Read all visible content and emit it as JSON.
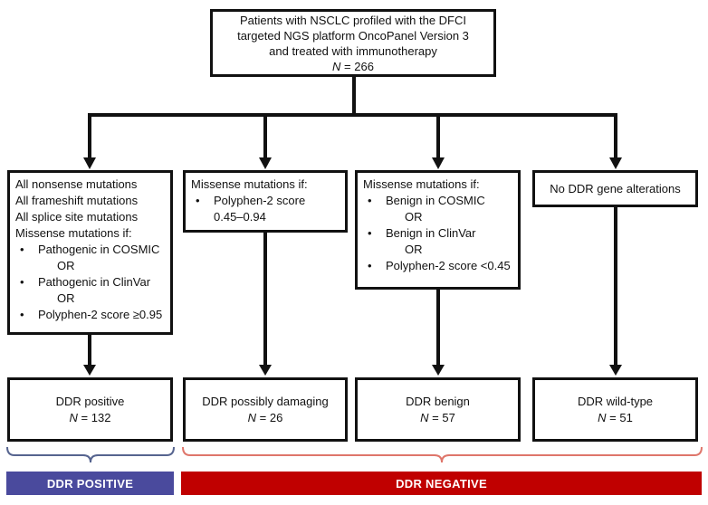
{
  "glyphs": {
    "bullet": "•"
  },
  "colors": {
    "line": "#111111",
    "positive_bar": "#4a4a9d",
    "negative_bar": "#c00000",
    "positive_brace": "#56648f",
    "negative_brace": "#df766b"
  },
  "title_box": {
    "lines": [
      "Patients with NSCLC profiled with the DFCI",
      "targeted NGS platform OncoPanel Version 3",
      "and treated with immunotherapy"
    ],
    "n_italic": "N",
    "n_rest": " = 266"
  },
  "criteria_boxes": [
    {
      "name": "ddr-positive-criteria",
      "lines": [
        {
          "type": "plain",
          "text": "All nonsense mutations"
        },
        {
          "type": "plain",
          "text": "All frameshift mutations"
        },
        {
          "type": "plain",
          "text": "All splice site mutations"
        },
        {
          "type": "plain",
          "text": "Missense mutations if:"
        },
        {
          "type": "bullet",
          "text": "Pathogenic in COSMIC"
        },
        {
          "type": "or",
          "text": "OR"
        },
        {
          "type": "bullet",
          "text": "Pathogenic in ClinVar"
        },
        {
          "type": "or",
          "text": "OR"
        },
        {
          "type": "bullet",
          "text": "Polyphen-2 score ≥0.95"
        }
      ]
    },
    {
      "name": "ddr-possibly-damaging-criteria",
      "lines": [
        {
          "type": "plain",
          "text": "Missense mutations if:"
        },
        {
          "type": "bullet",
          "text": "Polyphen-2 score"
        },
        {
          "type": "cont",
          "text": "0.45–0.94"
        }
      ]
    },
    {
      "name": "ddr-benign-criteria",
      "lines": [
        {
          "type": "plain",
          "text": "Missense mutations if:"
        },
        {
          "type": "bullet",
          "text": "Benign in COSMIC"
        },
        {
          "type": "or",
          "text": "OR"
        },
        {
          "type": "bullet",
          "text": "Benign in ClinVar"
        },
        {
          "type": "or",
          "text": "OR"
        },
        {
          "type": "bullet",
          "text": "Polyphen-2 score <0.45"
        }
      ]
    },
    {
      "name": "ddr-wild-type-criteria",
      "lines": [
        {
          "type": "plain",
          "text": "No DDR gene alterations"
        }
      ]
    }
  ],
  "outcome_boxes": [
    {
      "label": "DDR positive",
      "n_italic": "N",
      "n_rest": " = 132"
    },
    {
      "label": "DDR possibly damaging",
      "n_italic": "N",
      "n_rest": " = 26"
    },
    {
      "label": "DDR benign",
      "n_italic": "N",
      "n_rest": " = 57"
    },
    {
      "label": "DDR wild-type",
      "n_italic": "N",
      "n_rest": " = 51"
    }
  ],
  "groups": [
    {
      "label": "DDR POSITIVE",
      "bar_color": "#4a4a9d",
      "brace_color": "#56648f"
    },
    {
      "label": "DDR NEGATIVE",
      "bar_color": "#c00000",
      "brace_color": "#df766b"
    }
  ]
}
